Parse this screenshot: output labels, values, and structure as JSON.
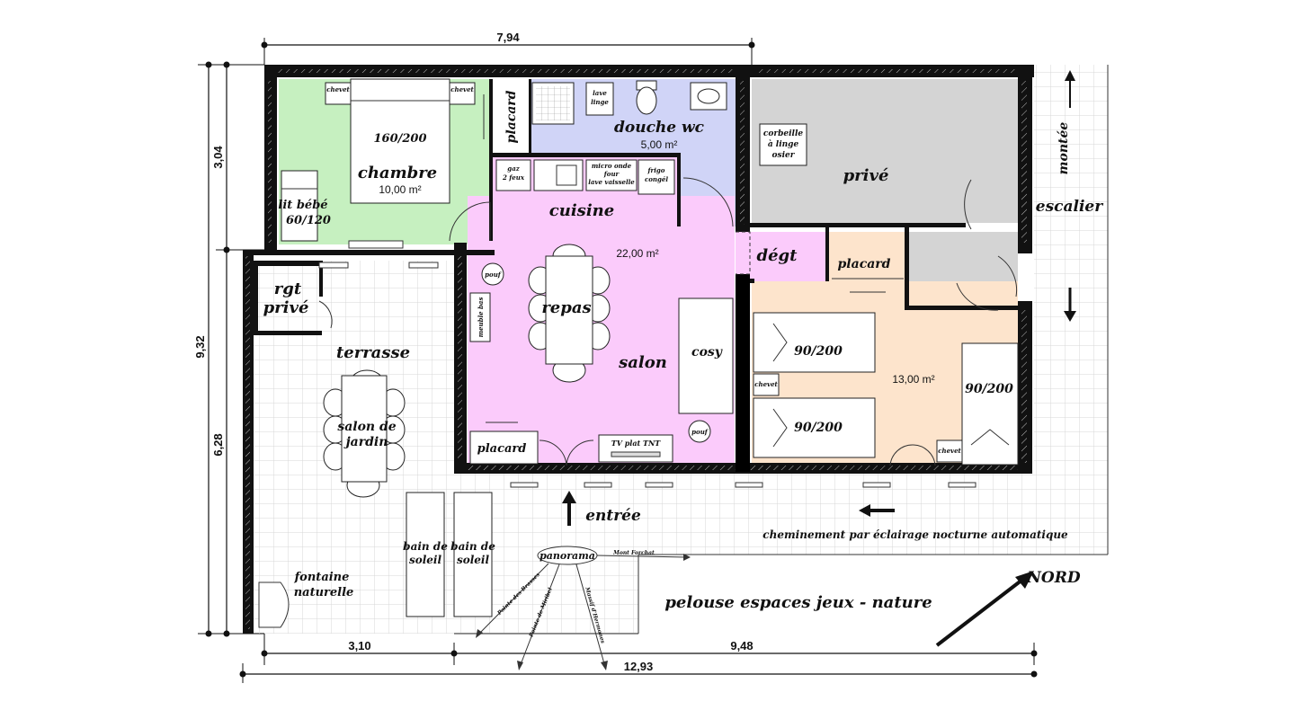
{
  "colors": {
    "chambre": "#c6f0c0",
    "sdb": "#d0d4f7",
    "cuisine": "#fbcbfb",
    "degt": "#fbcbfb",
    "prive": "#d4d4d4",
    "chambre2": "#fde4cc",
    "terrasse_grid": "#dcdcdc",
    "wall": "#111111"
  },
  "dimensions": {
    "top": "7,94",
    "left_total": "9,32",
    "left_upper": "3,04",
    "left_lower": "6,28",
    "bottom_left": "3,10",
    "bottom_right": "9,48",
    "bottom_total": "12,93"
  },
  "rooms": {
    "chambre": {
      "name": "chambre",
      "area": "10,00 m²",
      "bed": "160/200",
      "chevet_left": "chevet",
      "chevet_right": "chevet",
      "crib": "lit bébé\n60/120"
    },
    "placard_chambre": "placard",
    "sdb": {
      "name": "douche wc",
      "area": "5,00 m²",
      "lave_linge": "lave\nlinge"
    },
    "corbeille": "corbeille\nà linge\nosier",
    "prive": "privé",
    "escalier": "escalier",
    "montee": "montée",
    "cuisine": {
      "name": "cuisine",
      "gaz": "gaz\n2 feux",
      "micro": "micro onde\nfour\nlave vaisselle",
      "frigo": "frigo\ncongél"
    },
    "sejour": {
      "area": "22,00 m²",
      "repas": "repas",
      "salon": "salon",
      "cosy": "cosy",
      "pouf1": "pouf",
      "pouf2": "pouf",
      "meuble": "meuble bas",
      "tv": "TV plat TNT",
      "placard": "placard"
    },
    "degt": "dégt",
    "placard_degt": "placard",
    "chambre2": {
      "area": "13,00 m²",
      "bed1": "90/200",
      "bed2": "90/200",
      "bed3": "90/200",
      "chevet1": "chevet",
      "chevet2": "chevet"
    },
    "rgt": "rgt\nprivé",
    "terrasse": {
      "name": "terrasse",
      "salon_jardin": "salon de\njardin",
      "bain1": "bain de\nsoleil",
      "bain2": "bain de\nsoleil",
      "fontaine": "fontaine\nnaturelle"
    }
  },
  "labels": {
    "entree": "entrée",
    "cheminement": "cheminement par éclairage nocturne automatique",
    "pelouse": "pelouse espaces jeux - nature",
    "nord": "NORD",
    "panorama": "panorama",
    "view1": "Mont Forchat",
    "view2": "Pointe des Brasses",
    "view3": "Pointe de Miribel",
    "view4": "Massif d'Hermones"
  }
}
